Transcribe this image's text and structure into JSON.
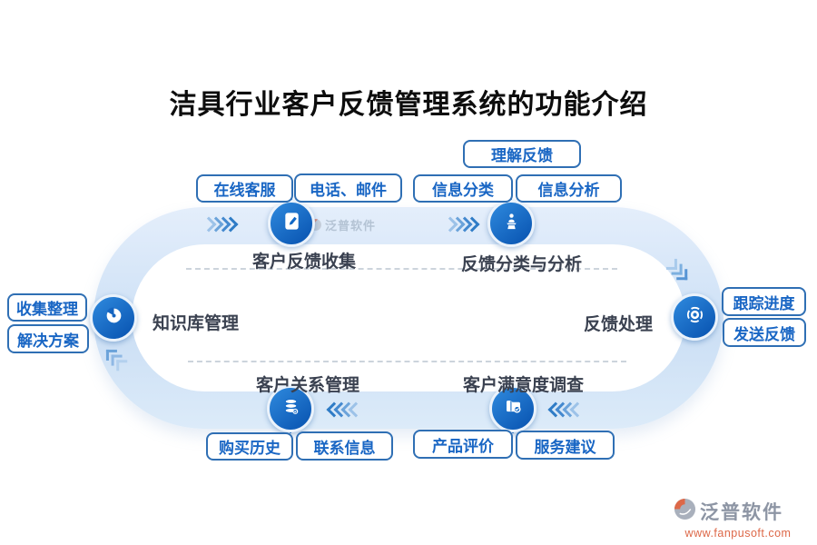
{
  "title": "洁具行业客户反馈管理系统的功能介绍",
  "watermark": {
    "brand": "泛普软件"
  },
  "footer_logo": {
    "brand": "泛普软件",
    "website": "www.fanpusoft.com"
  },
  "colors": {
    "accent_blue": "#1966c4",
    "node_blue": "#1268c9",
    "track_blue": "#d3e4f7",
    "pill_border": "#2f6fb4",
    "label_dark": "#3a4150",
    "logo_gray": "#8d95a4",
    "logo_orange": "#dd6848"
  },
  "stages": [
    {
      "label": "客户反馈收集",
      "icon": "notebook-edit-icon",
      "tags": [
        "在线客服",
        "电话、邮件"
      ]
    },
    {
      "label": "反馈分类与分析",
      "icon": "presenter-icon",
      "tags": [
        "理解反馈",
        "信息分类",
        "信息分析"
      ]
    },
    {
      "label": "反馈处理",
      "icon": "target-icon",
      "tags": [
        "跟踪进度",
        "发送反馈"
      ]
    },
    {
      "label": "客户满意度调查",
      "icon": "folder-check-icon",
      "tags": [
        "产品评价",
        "服务建议"
      ]
    },
    {
      "label": "客户关系管理",
      "icon": "database-icon",
      "tags": [
        "购买历史",
        "联系信息"
      ]
    },
    {
      "label": "知识库管理",
      "icon": "pie-chart-icon",
      "tags": [
        "收集整理",
        "解决方案"
      ]
    }
  ]
}
